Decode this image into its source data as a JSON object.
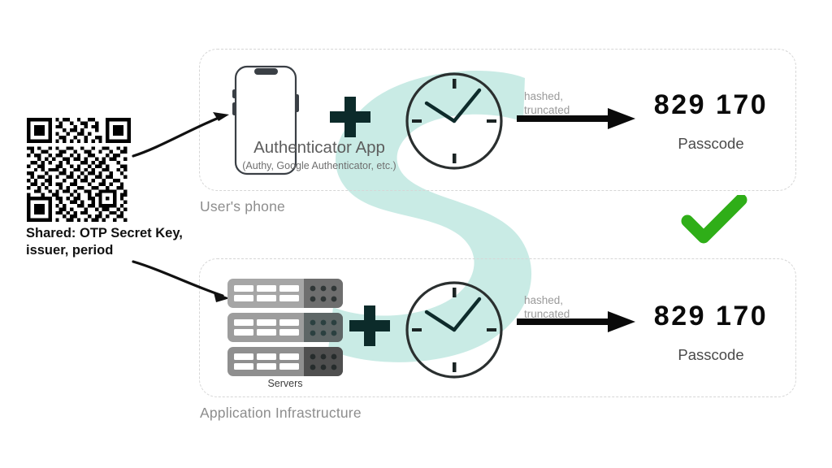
{
  "diagram": {
    "title_hidden": "TOTP shared-secret flow",
    "colors": {
      "watermark_teal": "#c9ebe5",
      "plus_teal": "#0c2b2a",
      "check_green": "#2fae18",
      "dashed_border": "#d6d6d6",
      "passcode_black": "#0a0a0a",
      "muted_gray": "#9a9a9a"
    }
  },
  "secret": {
    "qr_icon": "qr-code-icon",
    "caption_line1": "Shared: OTP Secret Key,",
    "caption_line2": "issuer, period"
  },
  "groups": [
    {
      "id": "users-phone",
      "label": "User's phone"
    },
    {
      "id": "application-infrastructure",
      "label": "Application Infrastructure"
    }
  ],
  "phone_row": {
    "device_icon": "smartphone-icon",
    "app_name": "Authenticator App",
    "app_examples": "(Authy, Google Authenticator, etc.)",
    "plus_symbol": "+",
    "clock_icon": "clock-icon",
    "transform_line1": "hashed,",
    "transform_line2": "truncated",
    "arrow_icon": "arrow-right-icon",
    "passcode": "829 170",
    "passcode_label": "Passcode"
  },
  "server_row": {
    "servers_icon": "servers-icon",
    "servers_label": "Servers",
    "plus_symbol": "+",
    "clock_icon": "clock-icon",
    "transform_line1": "hashed,",
    "transform_line2": "truncated",
    "arrow_icon": "arrow-right-icon",
    "passcode": "829 170",
    "passcode_label": "Passcode"
  },
  "match": {
    "icon": "check-mark-icon",
    "meaning": "codes match"
  }
}
